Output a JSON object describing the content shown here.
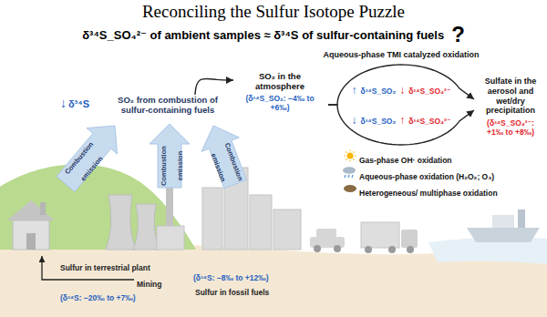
{
  "diagram": {
    "title": "Reconciling the Sulfur Isotope Puzzle",
    "nodes": [
      {
        "text": [
          "SO₂ from combustion of sulfur-containing fuels"
        ]
      },
      {
        "text": [
          "SO₂ in the atmosphere",
          "(δ³⁴S_SO₂: −4‰ to +6‰)"
        ]
      },
      {
        "text": [
          "Sulfate in the aerosol and wet/dry precipitation",
          "(δ³⁴S_SO₄²⁻: +1‰ to +8‰)"
        ]
      }
    ],
    "edges": [
      {
        "from": 0,
        "to": 1,
        "arrow": "to"
      },
      {
        "from": 1,
        "to": 2,
        "arrow": "to",
        "label": "Aqueous-phase TMI catalyzed oxidation"
      },
      {
        "from": 1,
        "to": 2,
        "arrow": "to"
      }
    ],
    "labels": [
      "δ³⁴S_SO₄²⁻ of ambient samples ≈ δ³⁴S of sulfur-containing fuels",
      "?",
      "↑",
      "δ³⁴S_SO₂",
      "↓",
      "δ³⁴S_SO₄²⁻",
      "↓",
      "δ³⁴S_SO₂",
      "↑",
      "δ³⁴S_SO₄²⁻",
      "Gas-phase OH· oxidation",
      "Aqueous-phase oxidation (H₂O₂; O₃)",
      "Heterogeneous/ multiphase oxidation",
      "↓",
      "δ³⁴S",
      "Combustion emission",
      "Combustion emission",
      "Combustion emission",
      "Sulfur in terrestrial plant",
      "Mining",
      "(δ³⁴S: −20‰ to +7‰)",
      "(δ³⁴S: −8‰ to +12‰)",
      "Sulfur in fossil fuels"
    ]
  }
}
